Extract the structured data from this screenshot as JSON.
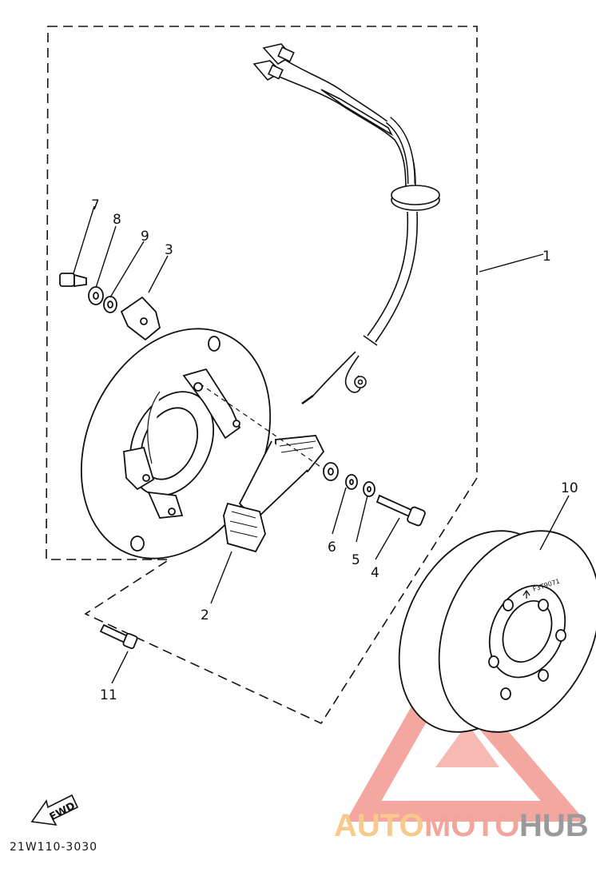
{
  "diagram": {
    "callouts": [
      {
        "id": "1",
        "label": "1"
      },
      {
        "id": "2",
        "label": "2"
      },
      {
        "id": "3",
        "label": "3"
      },
      {
        "id": "4",
        "label": "4"
      },
      {
        "id": "5",
        "label": "5"
      },
      {
        "id": "6",
        "label": "6"
      },
      {
        "id": "7",
        "label": "7"
      },
      {
        "id": "8",
        "label": "8"
      },
      {
        "id": "9",
        "label": "9"
      },
      {
        "id": "10",
        "label": "10"
      },
      {
        "id": "11",
        "label": "11"
      }
    ],
    "drawing_code": "21W110-3030",
    "fwd_label": "FWD",
    "rotor_stamp": "F3T9071"
  },
  "watermark": {
    "part1": "AUTO",
    "part2": "MOTO",
    "part3": "HUB",
    "colors": {
      "auto": "#f7c98b",
      "moto": "#f2a59a",
      "hub": "#9a9a9a",
      "triangle": "#f08a80"
    }
  }
}
